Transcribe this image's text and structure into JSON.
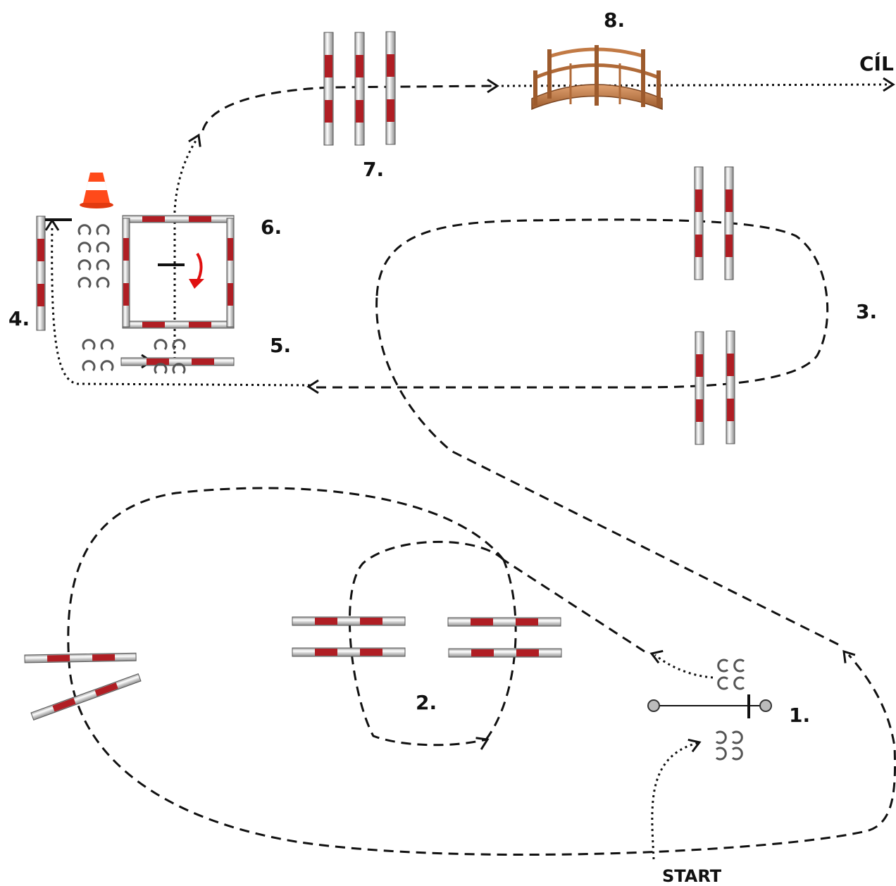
{
  "labels": {
    "start": "START",
    "finish": "CÍL",
    "obstacle_1": "1.",
    "obstacle_2": "2.",
    "obstacle_3": "3.",
    "obstacle_4": "4.",
    "obstacle_5": "5.",
    "obstacle_6": "6.",
    "obstacle_7": "7.",
    "obstacle_8": "8."
  },
  "colors": {
    "pole_red": "#b01e24",
    "pole_white": "#ffffff",
    "path": "#111111",
    "cone_orange": "#ff4a1a",
    "bridge_wood": "#c27a45",
    "turn_arrow": "#e01010"
  },
  "icons": {
    "horseshoe": "horseshoe-icon",
    "cone": "traffic-cone-icon",
    "bridge": "wooden-bridge-icon"
  }
}
